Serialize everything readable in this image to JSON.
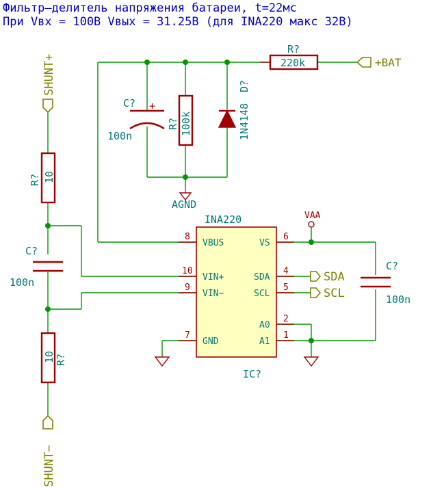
{
  "header": {
    "line1": "Фильтр–делитель напряжения батареи, t=22мс",
    "line2": "При Vвх = 100В Vвых = 31.25В (для INA220 макс 32В)"
  },
  "chip": {
    "name": "INA220",
    "ref": "IC?",
    "pins": {
      "vbus": {
        "name": "VBUS",
        "num": "8"
      },
      "vinp": {
        "name": "VIN+",
        "num": "10"
      },
      "vinm": {
        "name": "VIN−",
        "num": "9"
      },
      "gnd": {
        "name": "GND",
        "num": "7"
      },
      "vs": {
        "name": "VS",
        "num": "6"
      },
      "sda": {
        "name": "SDA",
        "num": "4"
      },
      "scl": {
        "name": "SCL",
        "num": "5"
      },
      "a0": {
        "name": "A0",
        "num": "2"
      },
      "a1": {
        "name": "A1",
        "num": "1"
      }
    }
  },
  "components": {
    "r_top": {
      "ref": "R?",
      "value": "220k"
    },
    "c_bulk": {
      "ref": "C?",
      "value": "100n",
      "polarity": "+"
    },
    "r_100k": {
      "ref": "R?",
      "value": "100k"
    },
    "diode": {
      "ref": "D?",
      "value": "1N4148"
    },
    "r_shunt_top": {
      "ref": "R?",
      "value": "10"
    },
    "c_shunt": {
      "ref": "C?",
      "value": "100n"
    },
    "r_shunt_bot": {
      "ref": "R?",
      "value": "10"
    },
    "c_vs": {
      "ref": "C?",
      "value": "100n"
    }
  },
  "nets": {
    "bat": "+BAT",
    "shunt_plus": "SHUNT+",
    "shunt_minus": "SHUNT−",
    "agnd": "AGND",
    "vaa": "VAA",
    "sda": "SDA",
    "scl": "SCL"
  },
  "colors": {
    "wire": "#009600",
    "part": "#a00000",
    "chip_fill": "#ffffc0",
    "label_text": "#007878",
    "net_label": "#808000",
    "header_text": "#0000c8"
  }
}
